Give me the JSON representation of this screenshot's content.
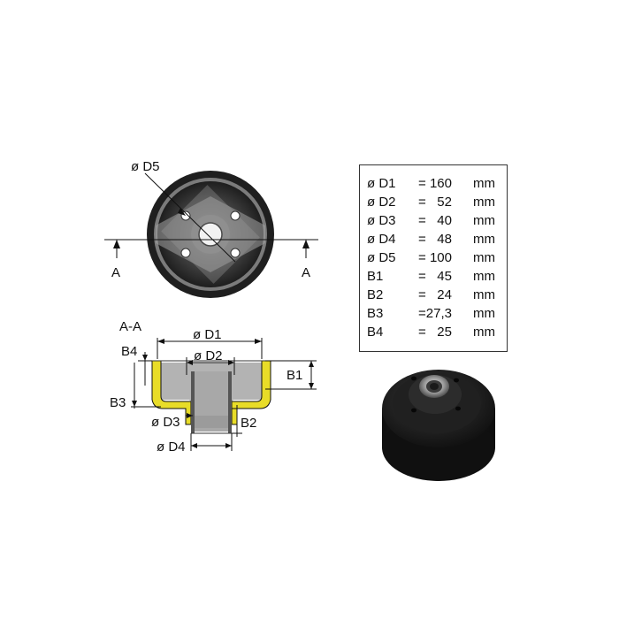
{
  "top_view": {
    "d5_label": "ø D5",
    "section_left_label": "A",
    "section_right_label": "A"
  },
  "section_view": {
    "title": "A-A",
    "d1_label": "ø D1",
    "d2_label": "ø D2",
    "d3_label": "ø D3",
    "d4_label": "ø D4",
    "b1_label": "B1",
    "b2_label": "B2",
    "b3_label": "B3",
    "b4_label": "B4"
  },
  "spec_table": {
    "rows": [
      {
        "name": "ø D1",
        "value": "= 160",
        "unit": "mm"
      },
      {
        "name": "ø D2",
        "value": "=   52",
        "unit": "mm"
      },
      {
        "name": "ø D3",
        "value": "=   40",
        "unit": "mm"
      },
      {
        "name": "ø D4",
        "value": "=   48",
        "unit": "mm"
      },
      {
        "name": "ø D5",
        "value": "= 100",
        "unit": "mm"
      },
      {
        "name": "B1",
        "value": "=   45",
        "unit": "mm"
      },
      {
        "name": "B2",
        "value": "=   24",
        "unit": "mm"
      },
      {
        "name": "B3",
        "value": "=27,3",
        "unit": "mm"
      },
      {
        "name": "B4",
        "value": "=   25",
        "unit": "mm"
      }
    ]
  },
  "colors": {
    "drum_dark": "#2b2b2b",
    "drum_mid": "#8c8c8c",
    "section_fill": "#e8dc28",
    "gray_face": "#a9a9a9"
  }
}
